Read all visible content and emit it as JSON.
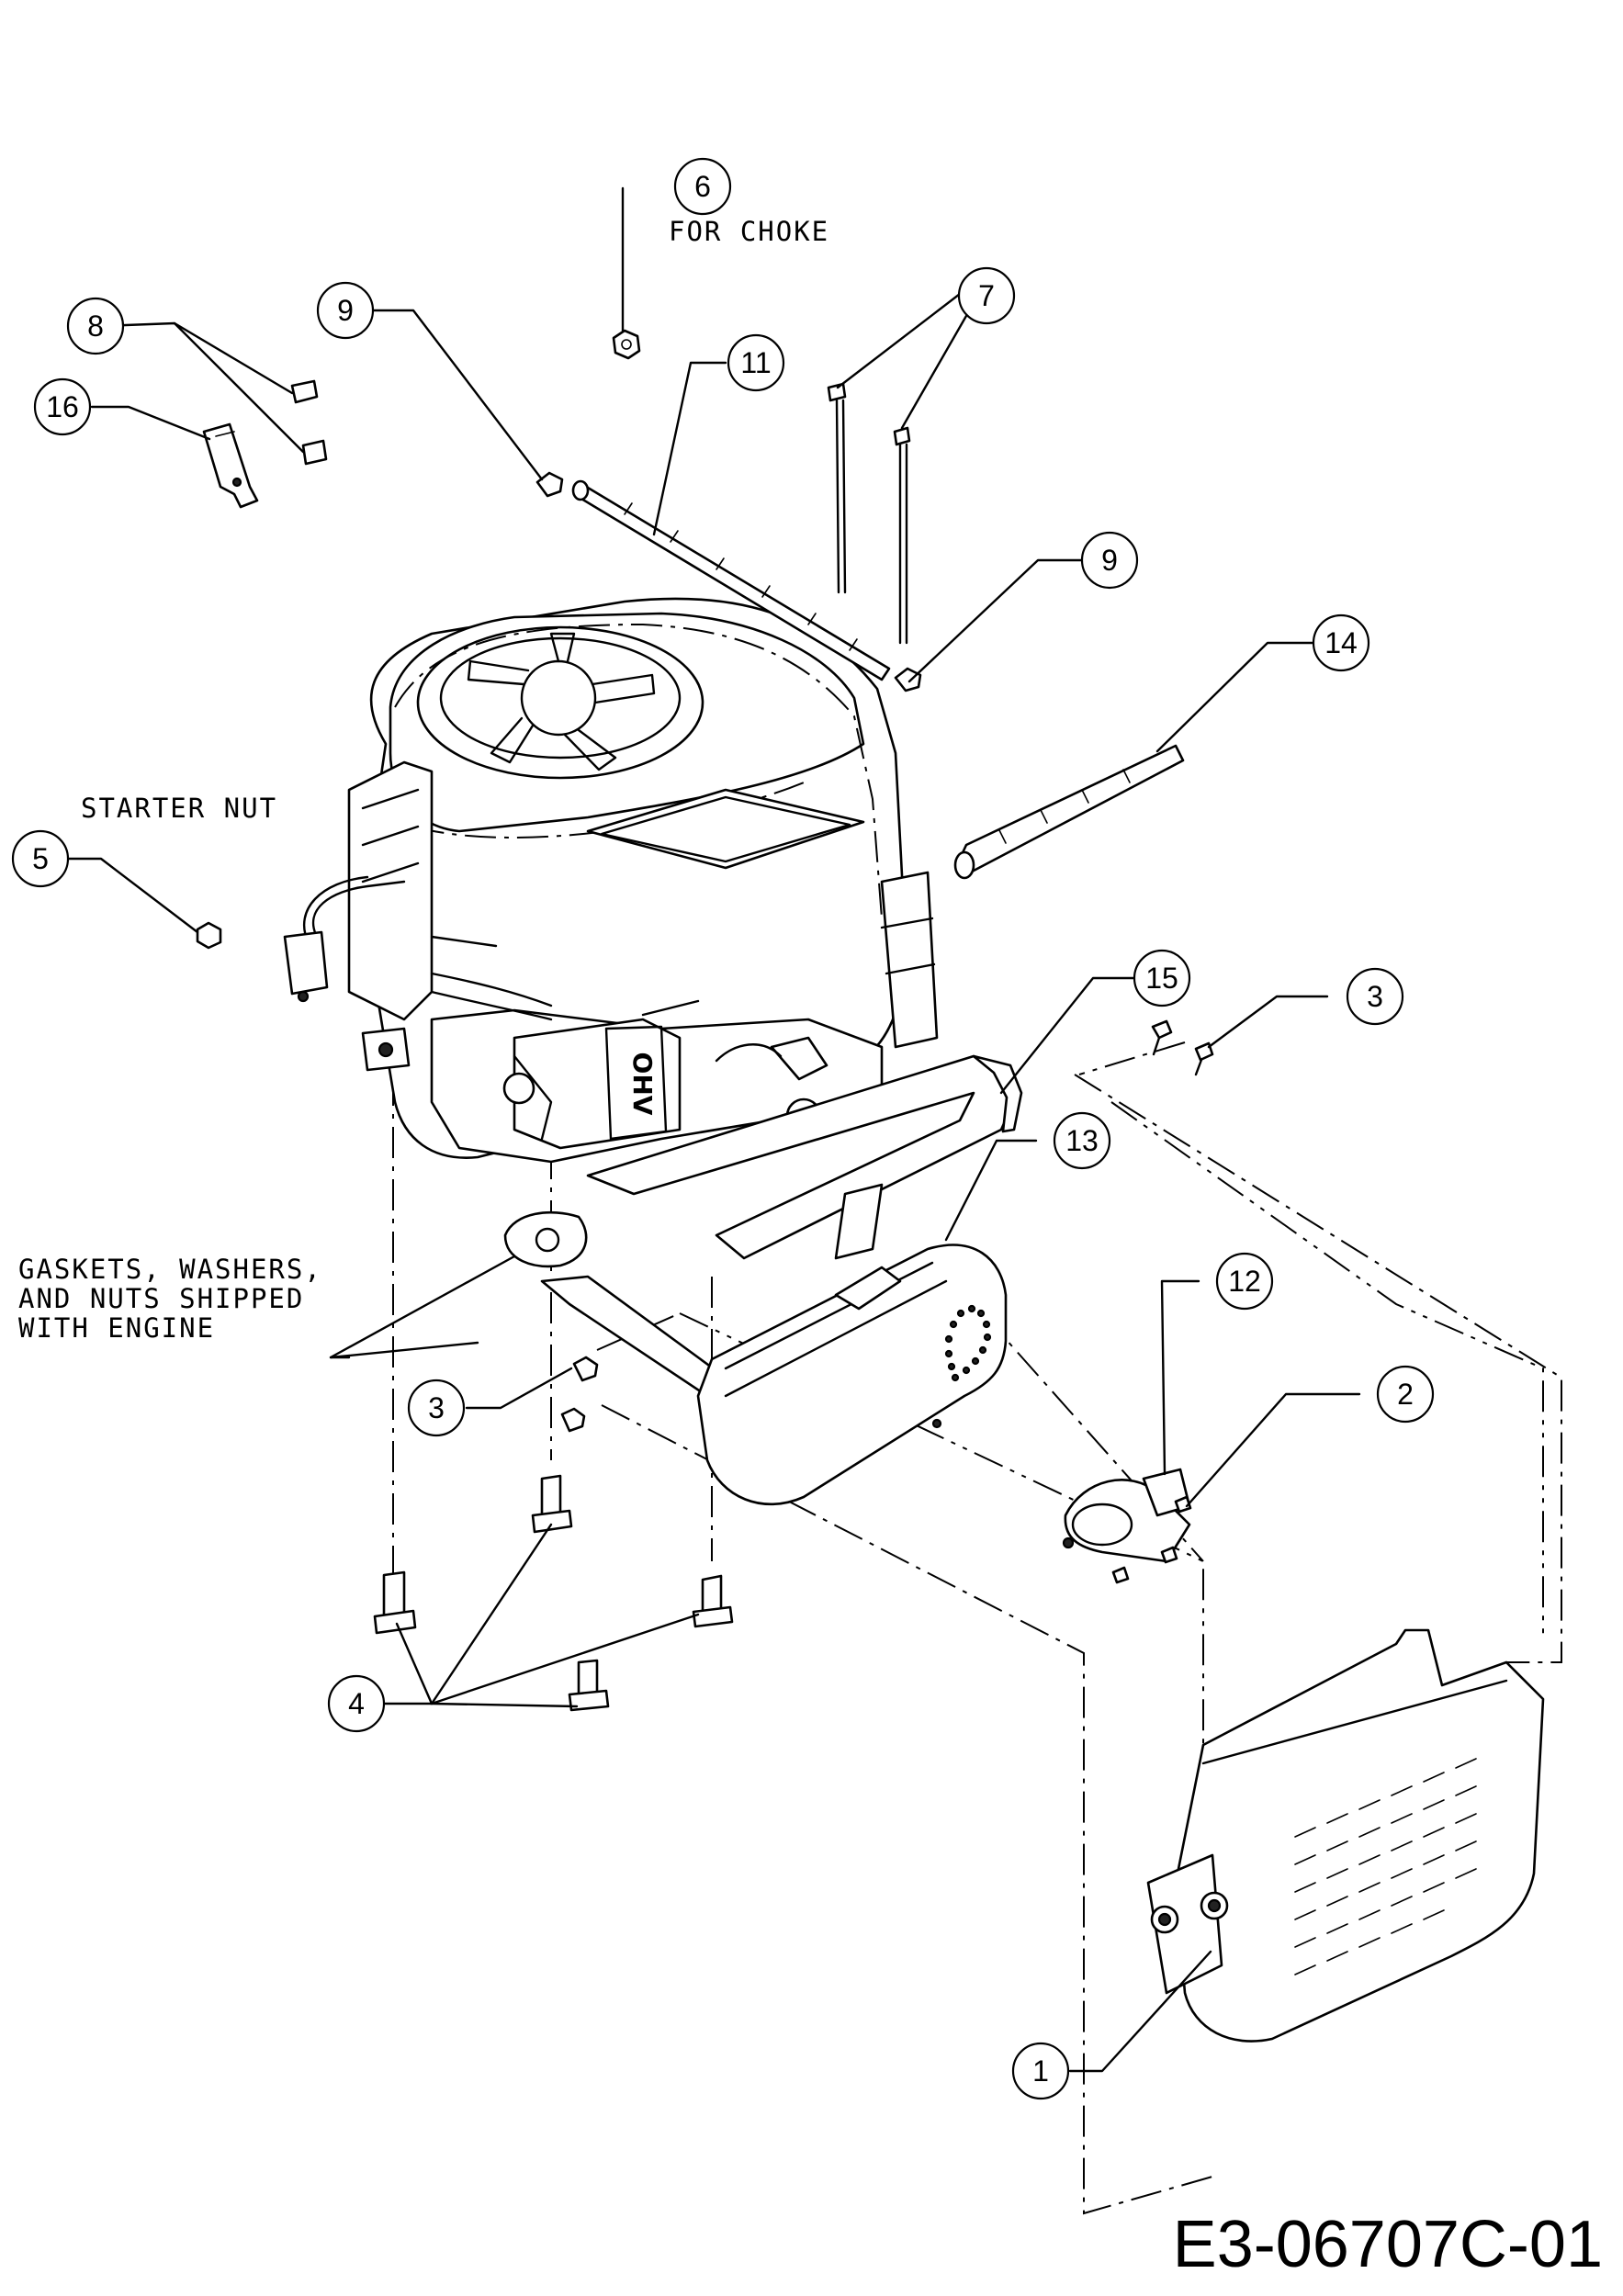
{
  "drawing_number": "E3-06707C-01",
  "engine_label": "OHV",
  "notes": {
    "for_choke": "FOR CHOKE",
    "starter_nut": "STARTER NUT",
    "gaskets_line1": "GASKETS, WASHERS,",
    "gaskets_line2": "AND NUTS SHIPPED",
    "gaskets_line3": "WITH ENGINE"
  },
  "callouts": {
    "c1": "1",
    "c2": "2",
    "c3a": "3",
    "c3b": "3",
    "c4": "4",
    "c5": "5",
    "c6": "6",
    "c7": "7",
    "c8": "8",
    "c9a": "9",
    "c9b": "9",
    "c11": "11",
    "c12": "12",
    "c13": "13",
    "c14": "14",
    "c15": "15",
    "c16": "16"
  }
}
